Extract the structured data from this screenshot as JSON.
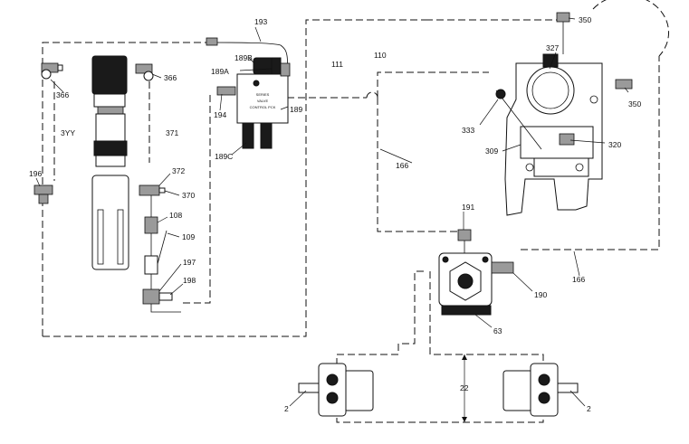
{
  "callouts": {
    "c193": "193",
    "c350a": "350",
    "c350b": "350",
    "c327": "327",
    "c110": "110",
    "c111": "111",
    "c366a": "366",
    "c366b": "366",
    "c189b": "189B",
    "c189a": "189A",
    "c189": "189",
    "c189c": "189C",
    "c194": "194",
    "c3yy": "3YY",
    "c371": "371",
    "c333": "333",
    "c309": "309",
    "c320": "320",
    "c166a": "166",
    "c166b": "166",
    "c196": "196",
    "c372": "372",
    "c370": "370",
    "c108": "108",
    "c109": "109",
    "c197": "197",
    "c198": "198",
    "c191": "191",
    "c190": "190",
    "c63": "63",
    "c22": "22",
    "c2a": "2",
    "c2b": "2"
  },
  "valve_label": {
    "line1": "SERIES",
    "line2": "VALVE",
    "line3": "CONTROL PCK"
  }
}
